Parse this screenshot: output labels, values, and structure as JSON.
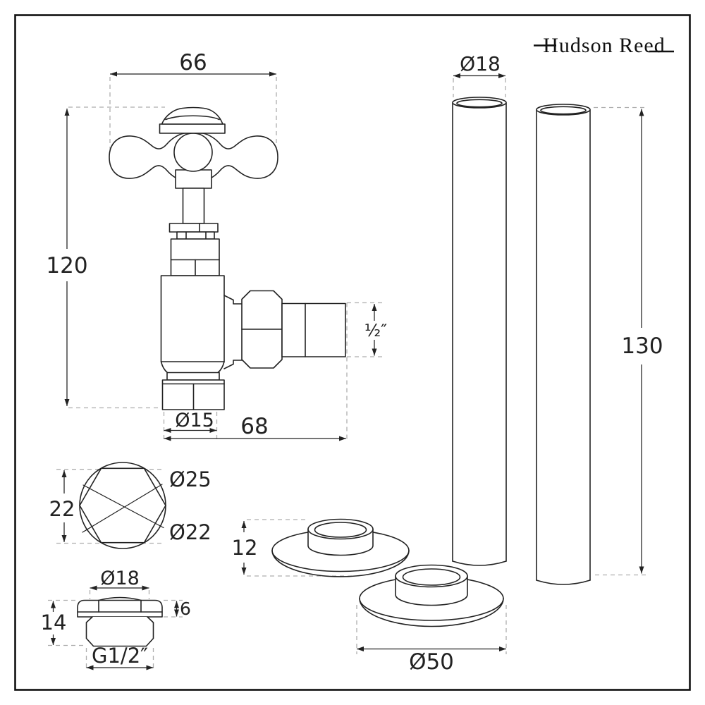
{
  "brand": {
    "name": "Hudson Reed"
  },
  "dims": {
    "valve_handle_width": "66",
    "valve_height": "120",
    "valve_outlet_size": "½″",
    "valve_inlet_diameter": "Ø15",
    "valve_length": "68",
    "nut_across_flats": "22",
    "nut_outer_diameter": "Ø25",
    "nut_inner_diameter": "Ø22",
    "plug_diameter": "Ø18",
    "plug_hex_height": "6",
    "plug_total_height": "14",
    "plug_thread": "G1/2″",
    "pipe_diameter": "Ø18",
    "pipe_length": "130",
    "collar_height": "12",
    "collar_diameter": "Ø50"
  }
}
